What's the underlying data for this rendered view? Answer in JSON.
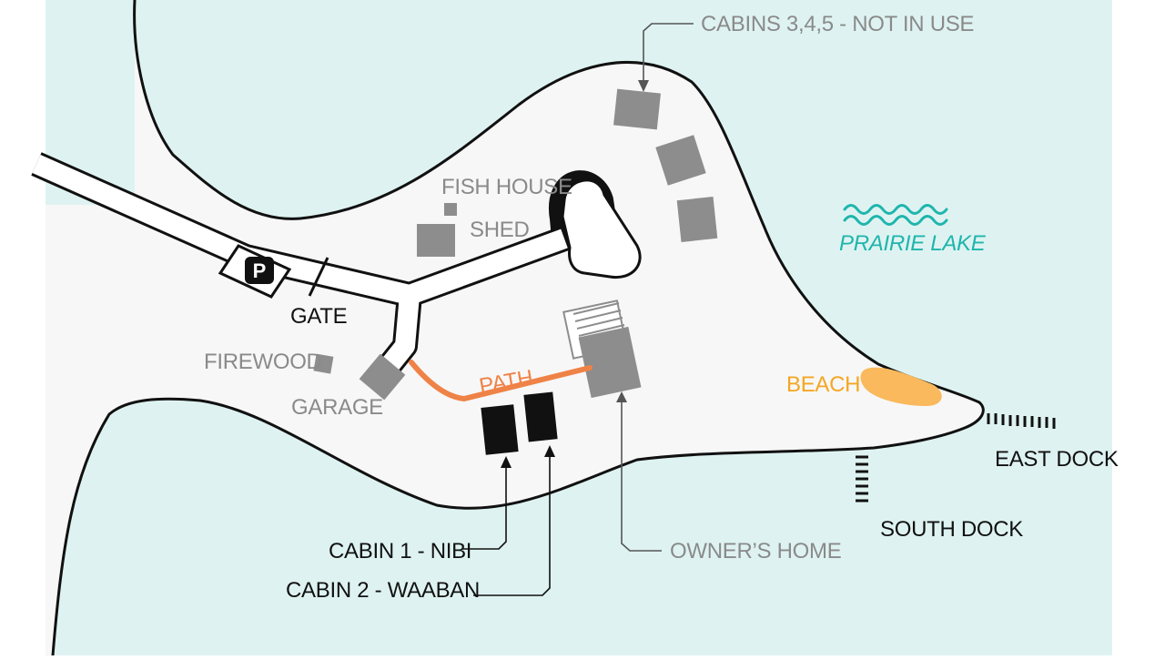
{
  "map": {
    "lake_name": "PRAIRIE LAKE",
    "parking_symbol": "P",
    "labels": {
      "gate": "GATE",
      "firewood": "FIREWOOD",
      "garage": "GARAGE",
      "fish_house": "FISH HOUSE",
      "shed": "SHED",
      "path": "PATH",
      "beach": "BEACH",
      "cabins_345": "CABINS 3,4,5 - NOT IN USE",
      "cabin_1": "CABIN 1 - NIBI",
      "cabin_2": "CABIN 2 - WAABAN",
      "owners_home": "OWNER’S HOME",
      "east_dock": "EAST DOCK",
      "south_dock": "SOUTH DOCK"
    }
  },
  "colors": {
    "water": "#def3f1",
    "land": "#f7f7f7",
    "building": "#8d8d8d",
    "label_gray": "#8a8a8a",
    "path": "#ef8246",
    "beach": "#f9b95c",
    "lake_label": "#1fb5ad",
    "cabin_dark": "#111111"
  }
}
